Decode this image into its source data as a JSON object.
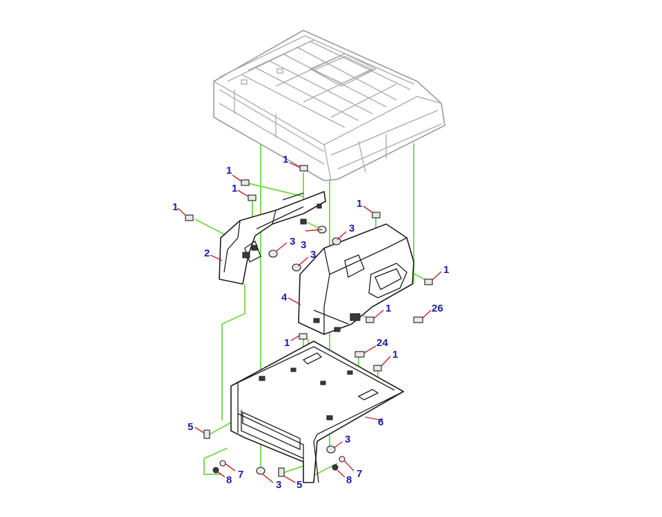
{
  "diagram": {
    "callouts": [
      {
        "id": "c1a",
        "text": "1"
      },
      {
        "id": "c1b",
        "text": "1"
      },
      {
        "id": "c1c",
        "text": "1"
      },
      {
        "id": "c1d",
        "text": "1"
      },
      {
        "id": "c1e",
        "text": "1"
      },
      {
        "id": "c1f",
        "text": "1"
      },
      {
        "id": "c1g",
        "text": "1"
      },
      {
        "id": "c1h",
        "text": "1"
      },
      {
        "id": "c1i",
        "text": "1"
      },
      {
        "id": "c2",
        "text": "2"
      },
      {
        "id": "c3a",
        "text": "3"
      },
      {
        "id": "c3b",
        "text": "3"
      },
      {
        "id": "c3c",
        "text": "3"
      },
      {
        "id": "c3d",
        "text": "3"
      },
      {
        "id": "c3e",
        "text": "3"
      },
      {
        "id": "c3f",
        "text": "3"
      },
      {
        "id": "c4",
        "text": "4"
      },
      {
        "id": "c5a",
        "text": "5"
      },
      {
        "id": "c5b",
        "text": "5"
      },
      {
        "id": "c6",
        "text": "6"
      },
      {
        "id": "c7a",
        "text": "7"
      },
      {
        "id": "c7b",
        "text": "7"
      },
      {
        "id": "c8a",
        "text": "8"
      },
      {
        "id": "c8b",
        "text": "8"
      },
      {
        "id": "c24",
        "text": "24"
      },
      {
        "id": "c26",
        "text": "26"
      }
    ],
    "colors": {
      "callout_text": "#1a1aa6",
      "leader_line": "#c0202a",
      "assembly_line": "#7ed957",
      "part_outline": "#1a1a1a",
      "roof_outline": "#a8a8a8"
    }
  }
}
